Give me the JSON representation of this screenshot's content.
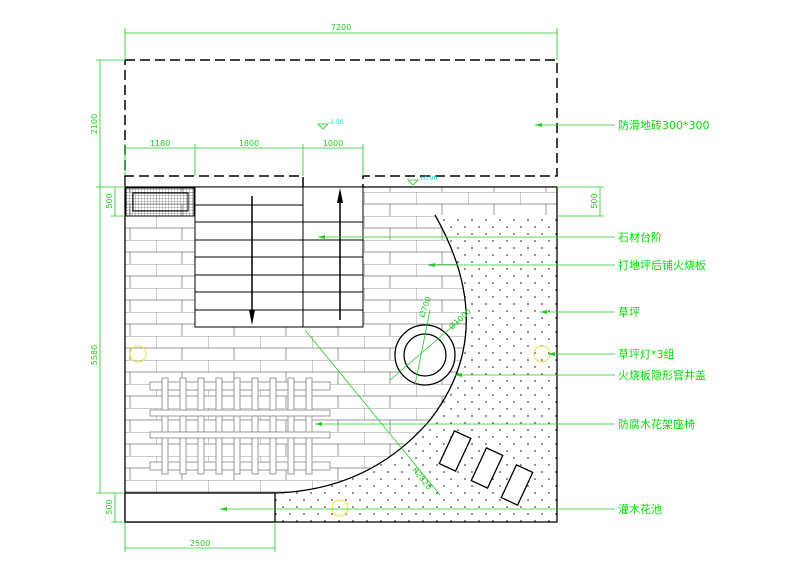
{
  "title": "Courtyard landscape plan",
  "dimensions": {
    "total_width": "7200",
    "top_depth": "2100",
    "seg1": "1180",
    "seg2": "1800",
    "seg3": "1000",
    "strip_left": "500",
    "strip_right": "500",
    "main_depth": "5580",
    "planter_depth": "500",
    "planter_width": "2500",
    "manhole_inner": "Ø700",
    "manhole_outer": "Ø1000",
    "arc_radius": "R2820"
  },
  "levels": {
    "upper": "-1.50",
    "lower": "±0.00"
  },
  "annotations": [
    "防滑地砖300*300",
    "石材台阶",
    "打地坪后铺火烧板",
    "草坪",
    "草坪灯*3组",
    "火烧板隐形窨井盖",
    "防腐木花架座椅",
    "灌木花池"
  ],
  "colors": {
    "dimension": "#22cc22",
    "label": "#00dd00",
    "level": "#00cccc",
    "lamp": "#e8e040"
  }
}
